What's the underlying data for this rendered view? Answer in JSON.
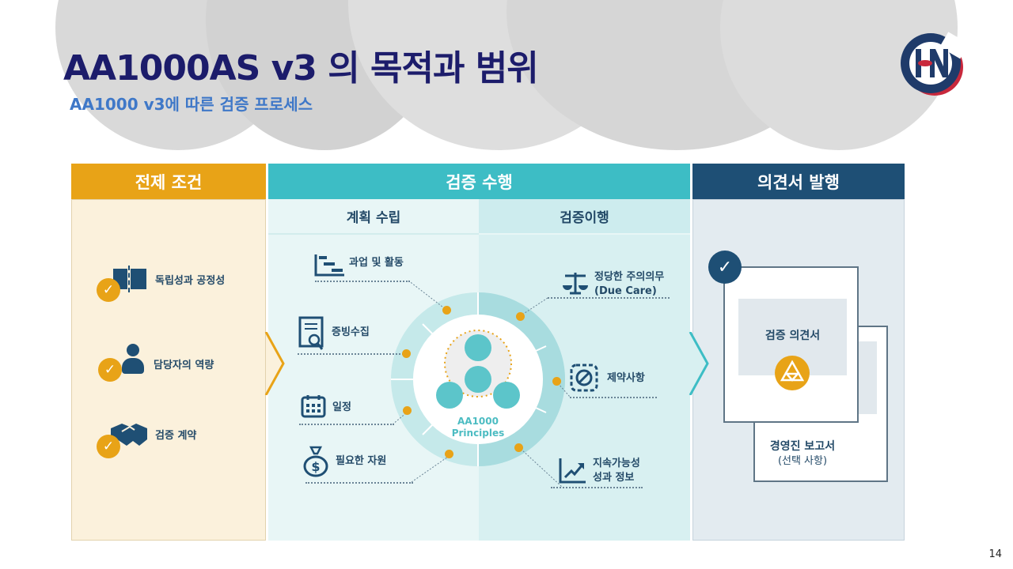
{
  "header": {
    "title": "AA1000AS v3 의 목적과 범위",
    "subtitle": "AA1000 v3에 따른 검증 프로세스"
  },
  "logo": {
    "text": "HN"
  },
  "columns": {
    "prerequisites": {
      "title": "전제 조건",
      "items": [
        {
          "label": "독립성과 공정성",
          "icon": "independence-icon"
        },
        {
          "label": "담당자의 역량",
          "icon": "person-icon"
        },
        {
          "label": "검증 계약",
          "icon": "handshake-icon"
        }
      ]
    },
    "assurance": {
      "title": "검증 수행",
      "planning": {
        "title": "계획 수립",
        "items": [
          {
            "label": "과업 및 활동",
            "icon": "task-icon"
          },
          {
            "label": "증빙수집",
            "icon": "document-search-icon"
          },
          {
            "label": "일정",
            "icon": "calendar-icon"
          },
          {
            "label": "필요한 자원",
            "icon": "money-bag-icon"
          }
        ]
      },
      "execution": {
        "title": "검증이행",
        "items": [
          {
            "label": "정당한 주의의무",
            "label2": "(Due Care)",
            "icon": "scale-icon"
          },
          {
            "label": "제약사항",
            "icon": "prohibited-icon"
          },
          {
            "label": "지속가능성",
            "label2": "성과 정보",
            "icon": "trend-chart-icon"
          }
        ]
      },
      "center": {
        "line1": "AA1000",
        "line2": "Principles"
      }
    },
    "opinion": {
      "title": "의견서 발행",
      "doc1": "검증 의견서",
      "doc2_line1": "경영진 보고서",
      "doc2_line2": "(선택 사항)"
    }
  },
  "colors": {
    "orange": "#e8a317",
    "teal": "#3dbdc5",
    "navy": "#1e4f75"
  },
  "page_number": "14"
}
